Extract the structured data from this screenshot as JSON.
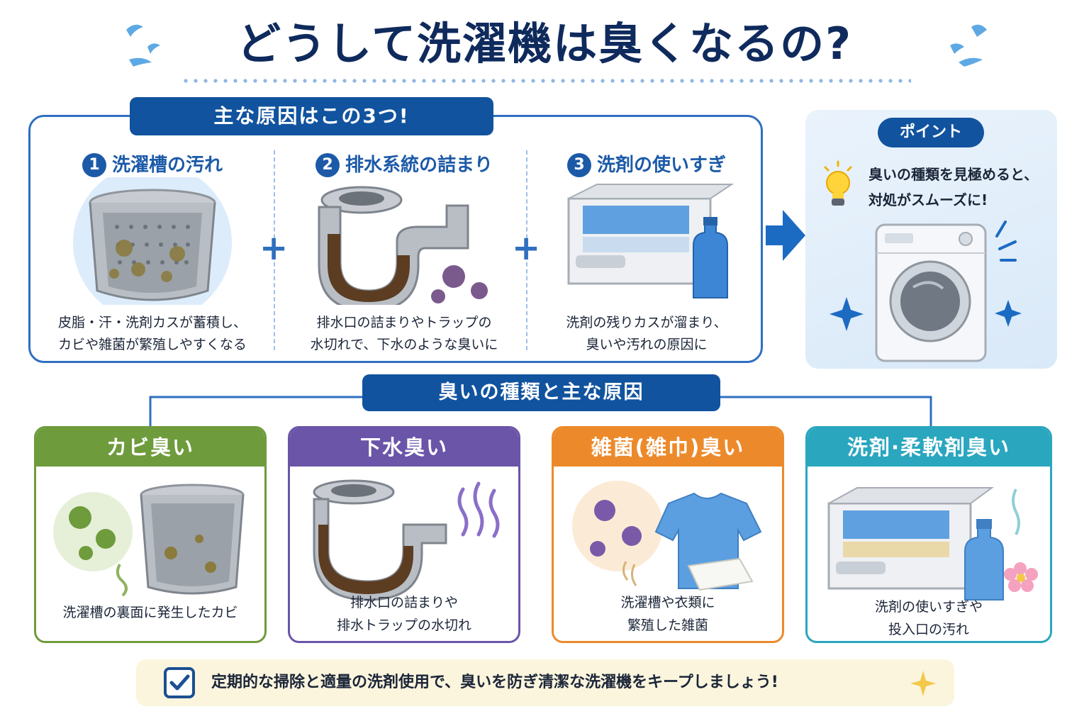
{
  "title": "どうして洗濯機は臭くなるの?",
  "causes": {
    "badge": "主な原因はこの3つ!",
    "items": [
      {
        "number": "1",
        "title": "洗濯槽の汚れ",
        "desc_line1": "皮脂・汗・洗剤カスが蓄積し、",
        "desc_line2": "カビや雑菌が繁殖しやすくなる"
      },
      {
        "number": "2",
        "title": "排水系統の詰まり",
        "desc_line1": "排水口の詰まりやトラップの",
        "desc_line2": "水切れで、下水のような臭いに"
      },
      {
        "number": "3",
        "title": "洗剤の使いすぎ",
        "desc_line1": "洗剤の残りカスが溜まり、",
        "desc_line2": "臭いや汚れの原因に"
      }
    ],
    "plus": "+"
  },
  "point": {
    "badge": "ポイント",
    "line1": "臭いの種類を見極めると、",
    "line2": "対処がスムーズに!"
  },
  "types": {
    "badge": "臭いの種類と主な原因",
    "items": [
      {
        "title": "カビ臭い",
        "desc_line1": "洗濯槽の裏面に発生したカビ",
        "desc_line2": "",
        "color": "#6e9b3c"
      },
      {
        "title": "下水臭い",
        "desc_line1": "排水口の詰まりや",
        "desc_line2": "排水トラップの水切れ",
        "color": "#6a55a8"
      },
      {
        "title": "雑菌(雑巾)臭い",
        "desc_line1": "洗濯槽や衣類に",
        "desc_line2": "繁殖した雑菌",
        "color": "#ec8a2b"
      },
      {
        "title": "洗剤·柔軟剤臭い",
        "desc_line1": "洗剤の使いすぎや",
        "desc_line2": "投入口の汚れ",
        "color": "#2aa6bf"
      }
    ]
  },
  "banner": {
    "text": "定期的な掃除と適量の洗剤使用で、臭いを防ぎ清潔な洗濯機をキープしましょう!"
  },
  "colors": {
    "navy": "#11539e",
    "panel_border": "#2f6fc0",
    "green": "#6e9b3c",
    "purple": "#6a55a8",
    "orange": "#ec8a2b",
    "teal": "#2aa6bf"
  },
  "icons": [
    "water-drop-icon",
    "lightbulb-icon",
    "sparkle-icon",
    "check-icon",
    "germ-icon",
    "odor-wave-icon",
    "flower-icon",
    "arrow-right-icon"
  ]
}
